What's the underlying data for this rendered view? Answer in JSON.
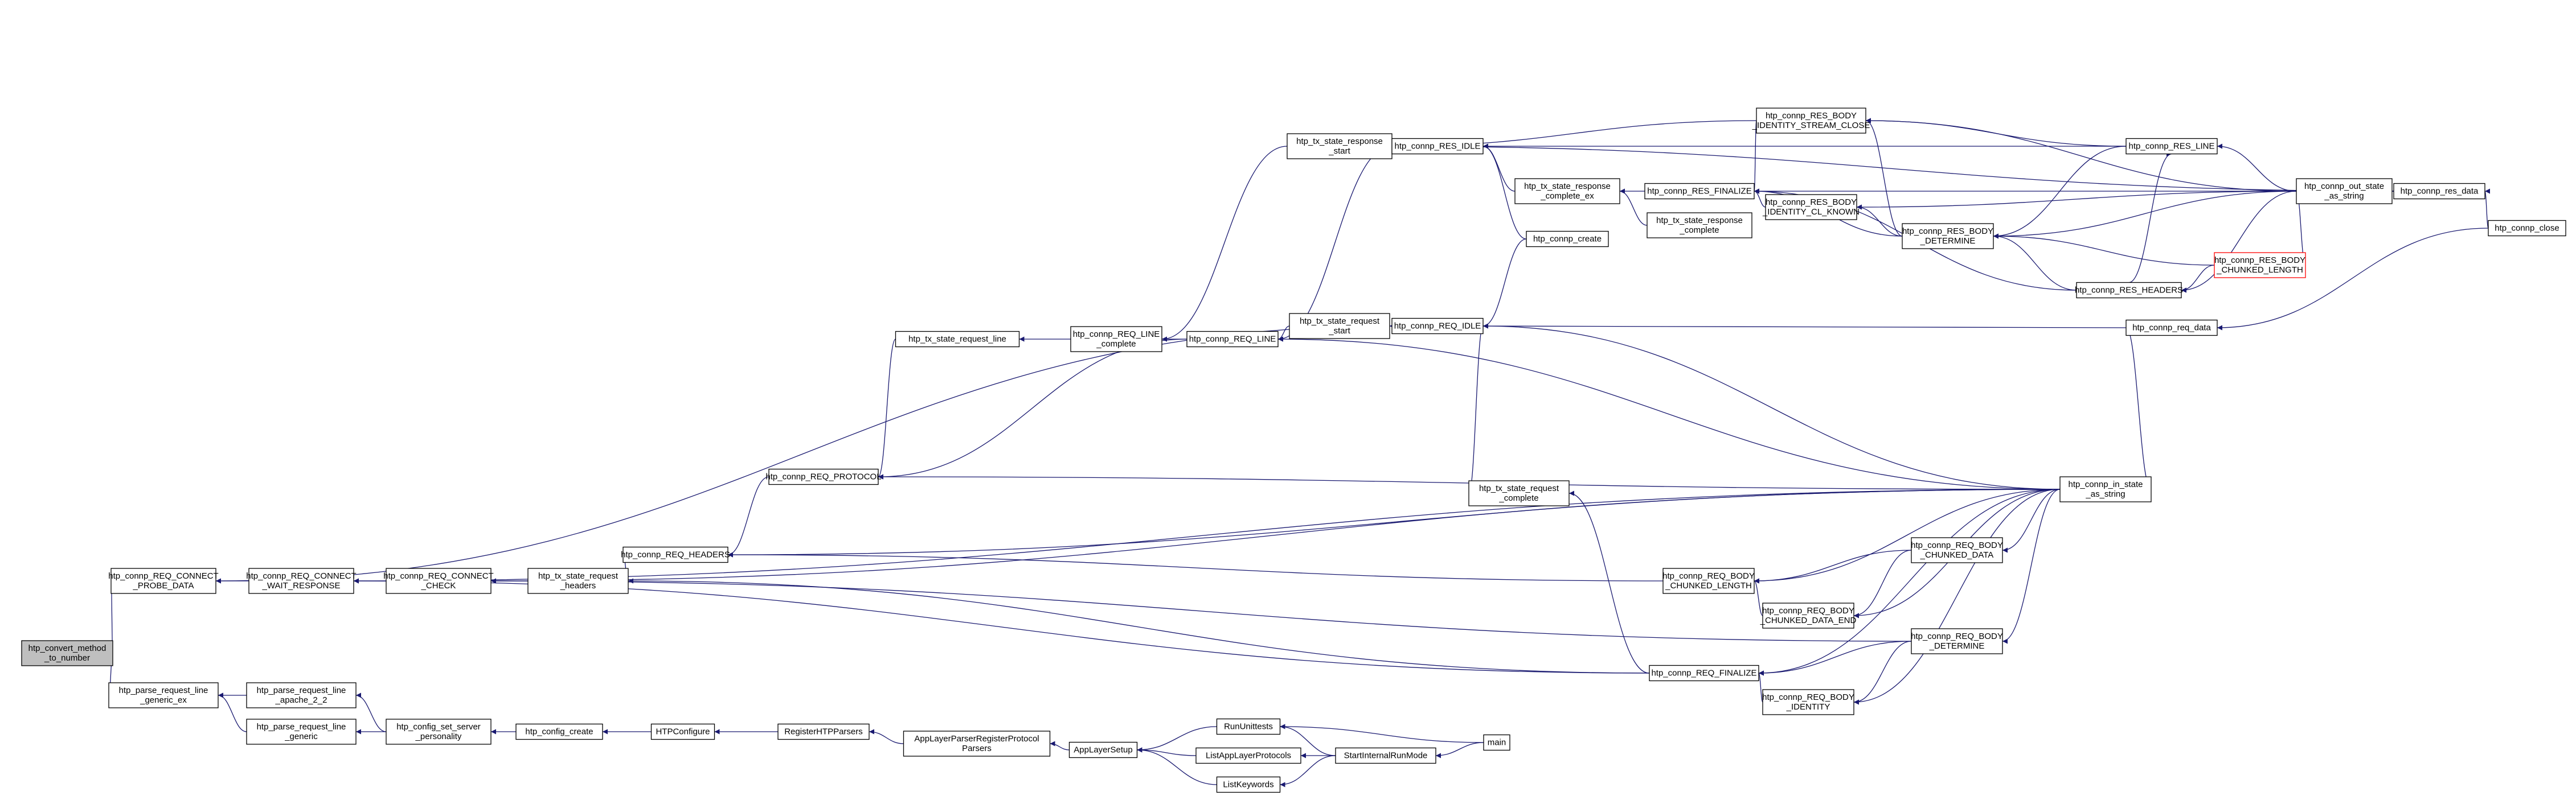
{
  "colors": {
    "edge": "#191970",
    "root_fill": "#bfbfbf",
    "truncated_border": "#ff0000",
    "node_border": "#000000"
  },
  "nodes": [
    {
      "id": "n0",
      "lines": [
        "htp_convert_method",
        "_to_number"
      ],
      "root": true
    },
    {
      "id": "n1",
      "lines": [
        "htp_connp_REQ_CONNECT",
        "_PROBE_DATA"
      ]
    },
    {
      "id": "n2",
      "lines": [
        "htp_parse_request_line",
        "_generic_ex"
      ]
    },
    {
      "id": "n3",
      "lines": [
        "htp_connp_REQ_CONNECT",
        "_WAIT_RESPONSE"
      ]
    },
    {
      "id": "n4",
      "lines": [
        "htp_parse_request_line",
        "_apache_2_2"
      ]
    },
    {
      "id": "n5",
      "lines": [
        "htp_parse_request_line",
        "_generic"
      ]
    },
    {
      "id": "n6",
      "lines": [
        "htp_connp_REQ_CONNECT",
        "_CHECK"
      ]
    },
    {
      "id": "n7",
      "lines": [
        "htp_config_set_server",
        "_personality"
      ]
    },
    {
      "id": "n8",
      "lines": [
        "htp_tx_state_request",
        "_headers"
      ]
    },
    {
      "id": "n9",
      "lines": [
        "htp_config_create"
      ]
    },
    {
      "id": "n10",
      "lines": [
        "htp_connp_REQ_HEADERS"
      ]
    },
    {
      "id": "n11",
      "lines": [
        "HTPConfigure"
      ]
    },
    {
      "id": "n12",
      "lines": [
        "htp_connp_REQ_PROTOCOL"
      ]
    },
    {
      "id": "n13",
      "lines": [
        "RegisterHTPParsers"
      ]
    },
    {
      "id": "n14",
      "lines": [
        "htp_tx_state_request_line"
      ]
    },
    {
      "id": "n15",
      "lines": [
        "AppLayerParserRegisterProtocol",
        "Parsers"
      ]
    },
    {
      "id": "n16",
      "lines": [
        "htp_connp_REQ_LINE",
        "_complete"
      ]
    },
    {
      "id": "n17",
      "lines": [
        "AppLayerSetup"
      ]
    },
    {
      "id": "n18",
      "lines": [
        "htp_connp_REQ_LINE"
      ]
    },
    {
      "id": "n19",
      "lines": [
        "RunUnittests"
      ]
    },
    {
      "id": "n20",
      "lines": [
        "ListAppLayerProtocols"
      ]
    },
    {
      "id": "n21",
      "lines": [
        "ListKeywords"
      ]
    },
    {
      "id": "n22",
      "lines": [
        "htp_tx_state_response",
        "_start"
      ]
    },
    {
      "id": "n23",
      "lines": [
        "htp_tx_state_request",
        "_start"
      ]
    },
    {
      "id": "n24",
      "lines": [
        "StartInternalRunMode"
      ]
    },
    {
      "id": "n25",
      "lines": [
        "htp_connp_RES_IDLE"
      ]
    },
    {
      "id": "n26",
      "lines": [
        "htp_connp_REQ_IDLE"
      ]
    },
    {
      "id": "n27",
      "lines": [
        "htp_tx_state_request",
        "_complete"
      ]
    },
    {
      "id": "n28",
      "lines": [
        "main"
      ]
    },
    {
      "id": "n29",
      "lines": [
        "htp_tx_state_response",
        "_complete_ex"
      ]
    },
    {
      "id": "n30",
      "lines": [
        "htp_connp_create"
      ]
    },
    {
      "id": "n31",
      "lines": [
        "htp_tx_state_response",
        "_complete"
      ]
    },
    {
      "id": "n32",
      "lines": [
        "htp_connp_RES_FINALIZE"
      ]
    },
    {
      "id": "n33",
      "lines": [
        "htp_connp_REQ_BODY",
        "_CHUNKED_LENGTH"
      ]
    },
    {
      "id": "n34",
      "lines": [
        "htp_connp_REQ_FINALIZE"
      ]
    },
    {
      "id": "n35",
      "lines": [
        "htp_connp_RES_BODY",
        "_IDENTITY_STREAM_CLOSE"
      ]
    },
    {
      "id": "n36",
      "lines": [
        "htp_connp_RES_BODY",
        "_IDENTITY_CL_KNOWN"
      ]
    },
    {
      "id": "n37",
      "lines": [
        "htp_connp_REQ_BODY",
        "_CHUNKED_DATA_END"
      ]
    },
    {
      "id": "n38",
      "lines": [
        "htp_connp_REQ_BODY",
        "_IDENTITY"
      ]
    },
    {
      "id": "n39",
      "lines": [
        "htp_connp_RES_BODY",
        "_DETERMINE"
      ]
    },
    {
      "id": "n40",
      "lines": [
        "htp_connp_REQ_BODY",
        "_CHUNKED_DATA"
      ]
    },
    {
      "id": "n41",
      "lines": [
        "htp_connp_REQ_BODY",
        "_DETERMINE"
      ]
    },
    {
      "id": "n42",
      "lines": [
        "htp_connp_RES_LINE"
      ]
    },
    {
      "id": "n43",
      "lines": [
        "htp_connp_RES_HEADERS"
      ]
    },
    {
      "id": "n44",
      "lines": [
        "htp_connp_in_state",
        "_as_string"
      ]
    },
    {
      "id": "n45",
      "lines": [
        "htp_connp_req_data"
      ]
    },
    {
      "id": "n46",
      "lines": [
        "htp_connp_RES_BODY",
        "_CHUNKED_LENGTH"
      ],
      "truncated": true
    },
    {
      "id": "n47",
      "lines": [
        "htp_connp_out_state",
        "_as_string"
      ]
    },
    {
      "id": "n48",
      "lines": [
        "htp_connp_res_data"
      ]
    },
    {
      "id": "n49",
      "lines": [
        "htp_connp_close"
      ]
    }
  ],
  "edges": [
    [
      "n1",
      "n0"
    ],
    [
      "n2",
      "n0"
    ],
    [
      "n3",
      "n1"
    ],
    [
      "n26",
      "n1"
    ],
    [
      "n4",
      "n2"
    ],
    [
      "n5",
      "n2"
    ],
    [
      "n6",
      "n3"
    ],
    [
      "n34",
      "n3"
    ],
    [
      "n7",
      "n4"
    ],
    [
      "n7",
      "n5"
    ],
    [
      "n8",
      "n6"
    ],
    [
      "n44",
      "n6"
    ],
    [
      "n9",
      "n7"
    ],
    [
      "n11",
      "n9"
    ],
    [
      "n13",
      "n11"
    ],
    [
      "n15",
      "n13"
    ],
    [
      "n17",
      "n15"
    ],
    [
      "n19",
      "n17"
    ],
    [
      "n20",
      "n17"
    ],
    [
      "n21",
      "n17"
    ],
    [
      "n24",
      "n19"
    ],
    [
      "n28",
      "n19"
    ],
    [
      "n24",
      "n20"
    ],
    [
      "n24",
      "n21"
    ],
    [
      "n28",
      "n24"
    ],
    [
      "n10",
      "n8"
    ],
    [
      "n34",
      "n8"
    ],
    [
      "n12",
      "n10"
    ],
    [
      "n33",
      "n10"
    ],
    [
      "n44",
      "n10"
    ],
    [
      "n14",
      "n12"
    ],
    [
      "n18",
      "n12"
    ],
    [
      "n16",
      "n14"
    ],
    [
      "n18",
      "n16"
    ],
    [
      "n23",
      "n18"
    ],
    [
      "n26",
      "n23"
    ],
    [
      "n44",
      "n3"
    ],
    [
      "n44",
      "n12"
    ],
    [
      "n44",
      "n18"
    ],
    [
      "n41",
      "n6"
    ],
    [
      "n22",
      "n16"
    ],
    [
      "n25",
      "n22"
    ],
    [
      "n25",
      "n18"
    ],
    [
      "n29",
      "n25"
    ],
    [
      "n30",
      "n25"
    ],
    [
      "n42",
      "n25"
    ],
    [
      "n32",
      "n29"
    ],
    [
      "n31",
      "n29"
    ],
    [
      "n35",
      "n32"
    ],
    [
      "n36",
      "n32"
    ],
    [
      "n39",
      "n32"
    ],
    [
      "n43",
      "n32"
    ],
    [
      "n47",
      "n32"
    ],
    [
      "n30",
      "n26"
    ],
    [
      "n27",
      "n26"
    ],
    [
      "n44",
      "n26"
    ],
    [
      "n45",
      "n26"
    ],
    [
      "n34",
      "n27"
    ],
    [
      "n37",
      "n33"
    ],
    [
      "n40",
      "n33"
    ],
    [
      "n44",
      "n33"
    ],
    [
      "n38",
      "n34"
    ],
    [
      "n41",
      "n34"
    ],
    [
      "n44",
      "n34"
    ],
    [
      "n39",
      "n35"
    ],
    [
      "n42",
      "n35"
    ],
    [
      "n47",
      "n35"
    ],
    [
      "n35",
      "n22"
    ],
    [
      "n39",
      "n36"
    ],
    [
      "n47",
      "n36"
    ],
    [
      "n40",
      "n37"
    ],
    [
      "n44",
      "n37"
    ],
    [
      "n41",
      "n38"
    ],
    [
      "n44",
      "n38"
    ],
    [
      "n42",
      "n39"
    ],
    [
      "n43",
      "n39"
    ],
    [
      "n46",
      "n39"
    ],
    [
      "n47",
      "n39"
    ],
    [
      "n44",
      "n40"
    ],
    [
      "n44",
      "n41"
    ],
    [
      "n43",
      "n42"
    ],
    [
      "n47",
      "n42"
    ],
    [
      "n48",
      "n22"
    ],
    [
      "n46",
      "n43"
    ],
    [
      "n47",
      "n43"
    ],
    [
      "n45",
      "n44"
    ],
    [
      "n47",
      "n46"
    ],
    [
      "n49",
      "n45"
    ],
    [
      "n48",
      "n47"
    ],
    [
      "n49",
      "n48"
    ]
  ]
}
